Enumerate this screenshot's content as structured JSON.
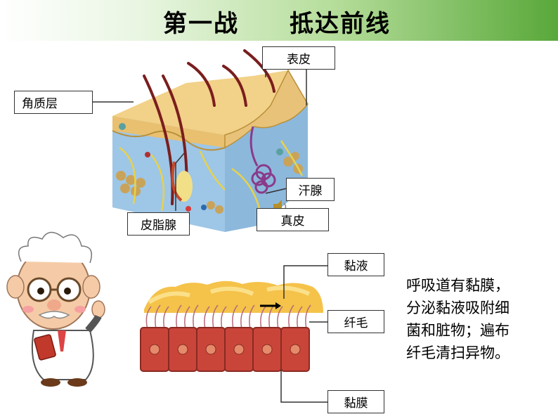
{
  "slide": {
    "title_left": "第一战",
    "title_right": "抵达前线"
  },
  "skin_diagram": {
    "labels": {
      "epidermis": "表皮",
      "stratum_corneum": "角质层",
      "sweat_gland": "汗腺",
      "dermis": "真皮",
      "sebaceous_gland": "皮脂腺"
    }
  },
  "mucosa_diagram": {
    "labels": {
      "mucus": "黏液",
      "cilia": "纤毛",
      "mucous_membrane": "黏膜"
    }
  },
  "description": {
    "lines": [
      "呼吸道有黏膜，",
      "分泌黏液吸附细",
      "菌和脏物；遍布",
      "纤毛清扫异物。"
    ]
  },
  "colors": {
    "title_green": "#59a83a",
    "mucus_yellow": "#f5c24a",
    "cell_red": "#c9453a"
  },
  "icons": [
    "speaker-icon",
    "arrow-right-icon",
    "doctor-character"
  ]
}
